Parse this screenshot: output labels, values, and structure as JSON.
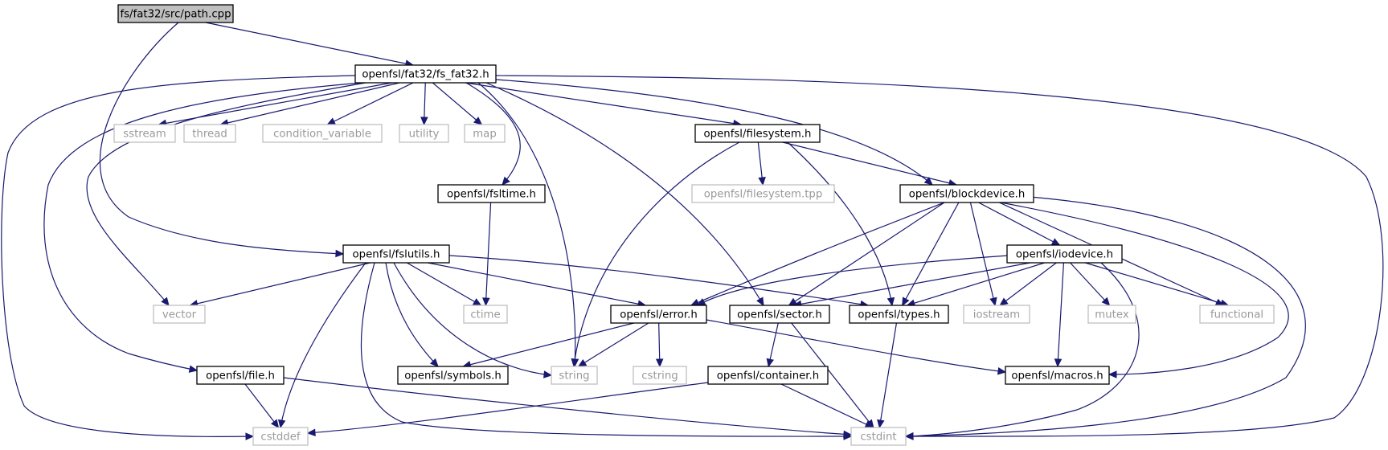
{
  "diagram": {
    "colors": {
      "edge": "#191970",
      "root_fill": "#bfbfbf",
      "local_border": "#000000",
      "external_border": "#bfbfbf",
      "external_text": "#9a9a9a"
    },
    "nodes": [
      {
        "id": "path_cpp",
        "label": "fs/fat32/src/path.cpp",
        "kind": "root"
      },
      {
        "id": "fs_fat32_h",
        "label": "openfsl/fat32/fs_fat32.h",
        "kind": "local"
      },
      {
        "id": "sstream",
        "label": "sstream",
        "kind": "external"
      },
      {
        "id": "thread",
        "label": "thread",
        "kind": "external"
      },
      {
        "id": "condition_variable",
        "label": "condition_variable",
        "kind": "external"
      },
      {
        "id": "utility",
        "label": "utility",
        "kind": "external"
      },
      {
        "id": "map",
        "label": "map",
        "kind": "external"
      },
      {
        "id": "filesystem_h",
        "label": "openfsl/filesystem.h",
        "kind": "local"
      },
      {
        "id": "filesystem_tpp",
        "label": "openfsl/filesystem.tpp",
        "kind": "external"
      },
      {
        "id": "blockdevice_h",
        "label": "openfsl/blockdevice.h",
        "kind": "local"
      },
      {
        "id": "fsltime_h",
        "label": "openfsl/fsltime.h",
        "kind": "local"
      },
      {
        "id": "fslutils_h",
        "label": "openfsl/fslutils.h",
        "kind": "local"
      },
      {
        "id": "iodevice_h",
        "label": "openfsl/iodevice.h",
        "kind": "local"
      },
      {
        "id": "vector",
        "label": "vector",
        "kind": "external"
      },
      {
        "id": "ctime",
        "label": "ctime",
        "kind": "external"
      },
      {
        "id": "error_h",
        "label": "openfsl/error.h",
        "kind": "local"
      },
      {
        "id": "sector_h",
        "label": "openfsl/sector.h",
        "kind": "local"
      },
      {
        "id": "types_h",
        "label": "openfsl/types.h",
        "kind": "local"
      },
      {
        "id": "iostream",
        "label": "iostream",
        "kind": "external"
      },
      {
        "id": "mutex",
        "label": "mutex",
        "kind": "external"
      },
      {
        "id": "functional",
        "label": "functional",
        "kind": "external"
      },
      {
        "id": "file_h",
        "label": "openfsl/file.h",
        "kind": "local"
      },
      {
        "id": "symbols_h",
        "label": "openfsl/symbols.h",
        "kind": "local"
      },
      {
        "id": "string",
        "label": "string",
        "kind": "external"
      },
      {
        "id": "cstring",
        "label": "cstring",
        "kind": "external"
      },
      {
        "id": "container_h",
        "label": "openfsl/container.h",
        "kind": "local"
      },
      {
        "id": "macros_h",
        "label": "openfsl/macros.h",
        "kind": "local"
      },
      {
        "id": "cstddef",
        "label": "cstddef",
        "kind": "external"
      },
      {
        "id": "cstdint",
        "label": "cstdint",
        "kind": "external"
      }
    ],
    "edges": [
      {
        "from": "path_cpp",
        "to": "fs_fat32_h"
      },
      {
        "from": "path_cpp",
        "to": "fslutils_h"
      },
      {
        "from": "fs_fat32_h",
        "to": "sstream"
      },
      {
        "from": "fs_fat32_h",
        "to": "thread"
      },
      {
        "from": "fs_fat32_h",
        "to": "condition_variable"
      },
      {
        "from": "fs_fat32_h",
        "to": "utility"
      },
      {
        "from": "fs_fat32_h",
        "to": "map"
      },
      {
        "from": "fs_fat32_h",
        "to": "filesystem_h"
      },
      {
        "from": "fs_fat32_h",
        "to": "blockdevice_h"
      },
      {
        "from": "fs_fat32_h",
        "to": "fsltime_h"
      },
      {
        "from": "fs_fat32_h",
        "to": "string"
      },
      {
        "from": "fs_fat32_h",
        "to": "sector_h"
      },
      {
        "from": "fs_fat32_h",
        "to": "vector"
      },
      {
        "from": "fs_fat32_h",
        "to": "file_h"
      },
      {
        "from": "fs_fat32_h",
        "to": "cstddef"
      },
      {
        "from": "fs_fat32_h",
        "to": "cstdint"
      },
      {
        "from": "filesystem_h",
        "to": "filesystem_tpp"
      },
      {
        "from": "filesystem_h",
        "to": "blockdevice_h"
      },
      {
        "from": "filesystem_h",
        "to": "string"
      },
      {
        "from": "filesystem_h",
        "to": "types_h"
      },
      {
        "from": "blockdevice_h",
        "to": "iodevice_h"
      },
      {
        "from": "blockdevice_h",
        "to": "error_h"
      },
      {
        "from": "blockdevice_h",
        "to": "sector_h"
      },
      {
        "from": "blockdevice_h",
        "to": "types_h"
      },
      {
        "from": "blockdevice_h",
        "to": "iostream"
      },
      {
        "from": "blockdevice_h",
        "to": "functional"
      },
      {
        "from": "blockdevice_h",
        "to": "macros_h"
      },
      {
        "from": "blockdevice_h",
        "to": "cstdint"
      },
      {
        "from": "fsltime_h",
        "to": "ctime"
      },
      {
        "from": "fslutils_h",
        "to": "vector"
      },
      {
        "from": "fslutils_h",
        "to": "ctime"
      },
      {
        "from": "fslutils_h",
        "to": "error_h"
      },
      {
        "from": "fslutils_h",
        "to": "types_h"
      },
      {
        "from": "fslutils_h",
        "to": "symbols_h"
      },
      {
        "from": "fslutils_h",
        "to": "string"
      },
      {
        "from": "fslutils_h",
        "to": "cstddef"
      },
      {
        "from": "fslutils_h",
        "to": "cstdint"
      },
      {
        "from": "iodevice_h",
        "to": "error_h"
      },
      {
        "from": "iodevice_h",
        "to": "sector_h"
      },
      {
        "from": "iodevice_h",
        "to": "types_h"
      },
      {
        "from": "iodevice_h",
        "to": "iostream"
      },
      {
        "from": "iodevice_h",
        "to": "mutex"
      },
      {
        "from": "iodevice_h",
        "to": "functional"
      },
      {
        "from": "iodevice_h",
        "to": "macros_h"
      },
      {
        "from": "iodevice_h",
        "to": "cstdint"
      },
      {
        "from": "error_h",
        "to": "symbols_h"
      },
      {
        "from": "error_h",
        "to": "string"
      },
      {
        "from": "error_h",
        "to": "cstring"
      },
      {
        "from": "error_h",
        "to": "macros_h"
      },
      {
        "from": "sector_h",
        "to": "container_h"
      },
      {
        "from": "sector_h",
        "to": "cstdint"
      },
      {
        "from": "types_h",
        "to": "cstdint"
      },
      {
        "from": "file_h",
        "to": "cstddef"
      },
      {
        "from": "file_h",
        "to": "cstdint"
      },
      {
        "from": "container_h",
        "to": "cstddef"
      },
      {
        "from": "container_h",
        "to": "cstdint"
      }
    ]
  }
}
